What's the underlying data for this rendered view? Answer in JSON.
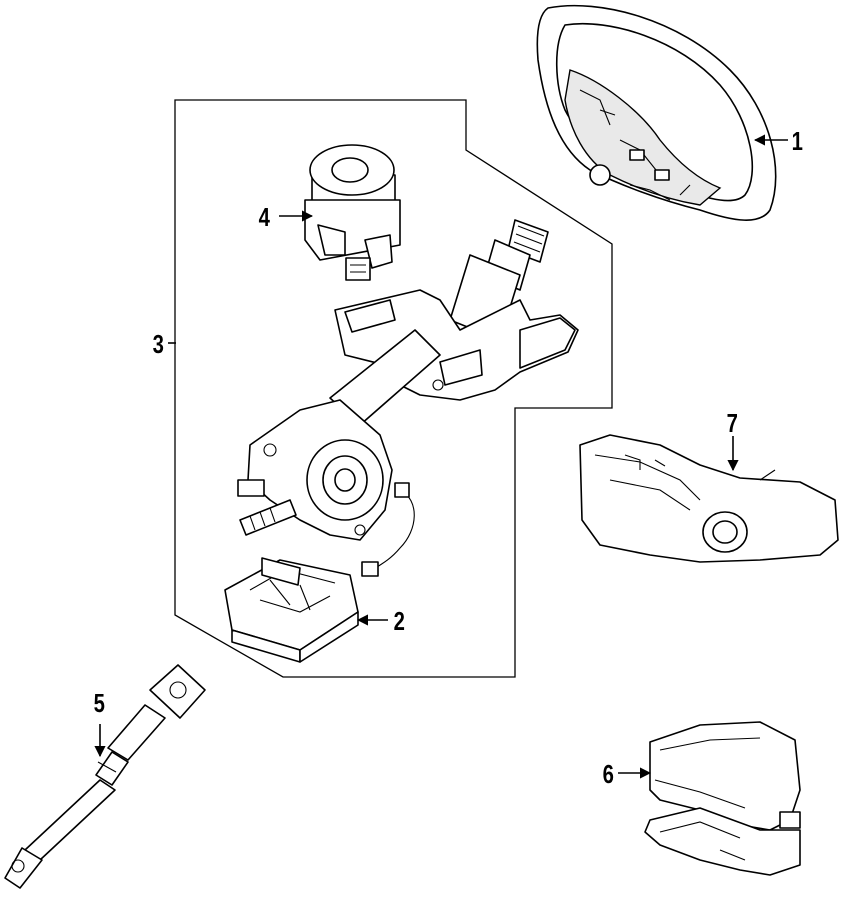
{
  "callouts": {
    "steering_wheel": "1",
    "bracket_module": "2",
    "steering_column_assembly": "3",
    "motor": "4",
    "intermediate_shaft": "5",
    "upper_cover": "6",
    "lower_cover": "7"
  },
  "colors": {
    "line": "#000000",
    "background": "#ffffff"
  }
}
